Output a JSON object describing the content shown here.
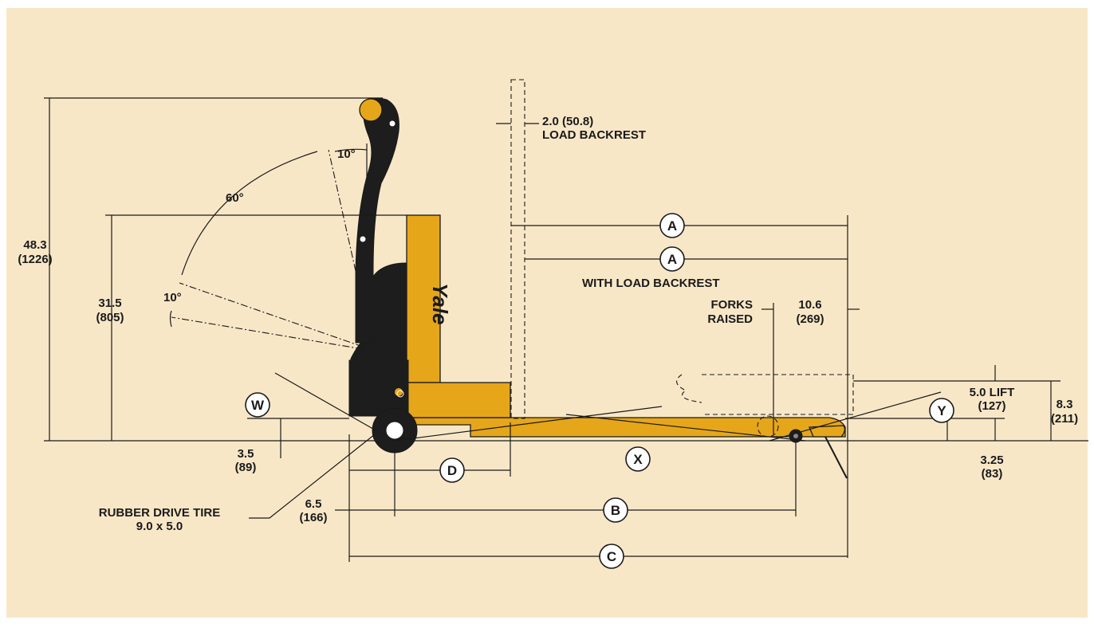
{
  "colors": {
    "background": "#f8e7c7",
    "truck_yellow": "#e6a61a",
    "truck_black": "#1d1d1d",
    "line": "#1a1a1a"
  },
  "brand": {
    "logo_text": "Yale"
  },
  "dimensions": {
    "overall_height": [
      "48.3",
      "(1226)"
    ],
    "handle_pivot_height": [
      "31.5",
      "(805)"
    ],
    "handle_angle_top": "10°",
    "handle_arc": "60°",
    "handle_angle_low": "10°",
    "backrest": [
      "2.0 (50.8)",
      "LOAD BACKREST"
    ],
    "with_load_backrest": "WITH LOAD BACKREST",
    "forks_raised": [
      "FORKS",
      "RAISED"
    ],
    "forks_raised_offset": [
      "10.6",
      "(269)"
    ],
    "lift": [
      "5.0 LIFT",
      "(127)"
    ],
    "raised_height": [
      "8.3",
      "(211)"
    ],
    "lowered_height": [
      "3.25",
      "(83)"
    ],
    "ground_clearance": [
      "3.5",
      "(89)"
    ],
    "drive_tire": [
      "RUBBER DRIVE TIRE",
      "9.0 x 5.0"
    ],
    "tire_offset": [
      "6.5",
      "(166)"
    ]
  },
  "bubbles": {
    "a1": "A",
    "a2": "A",
    "b": "B",
    "c": "C",
    "d": "D",
    "w": "W",
    "x": "X",
    "y": "Y"
  }
}
